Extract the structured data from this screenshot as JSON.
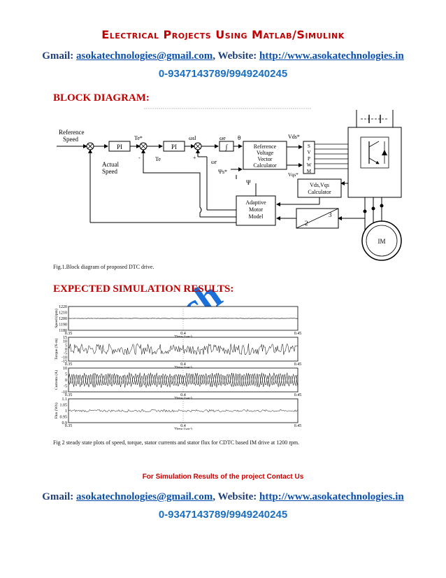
{
  "header": {
    "title": "Electrical Projects Using Matlab/Simulink",
    "gmail_label": "Gmail: ",
    "email": "asokatechnologies@gmail.com",
    "website_label": ", Website: ",
    "website": "http://www.asokatechnologies.in",
    "phone": "0-9347143789/9949240245"
  },
  "block_diagram": {
    "heading": "BLOCK DIAGRAM:",
    "labels": {
      "reference_speed": [
        "Reference",
        "Speed"
      ],
      "actual_speed": [
        "Actual",
        "Speed"
      ],
      "pi1": "PI",
      "pi2": "PI",
      "te_star": "Te*",
      "te": "Te",
      "omega_sl": "ωsl",
      "omega_e": "ωe",
      "omega_r": "ωr",
      "theta": "θ",
      "psi_s_star": "Ψs*",
      "psi": "Ψ",
      "integrator": "∫",
      "ref_voltage": [
        "Reference",
        "Voltage",
        "Vector",
        "Calculator"
      ],
      "svpwm": [
        "S",
        "V",
        "P",
        "W",
        "M"
      ],
      "vds_star": "Vds*",
      "vqs_star": "Vqs*",
      "vds_vqs": [
        "Vds,Vqs",
        "Calculator"
      ],
      "adaptive": [
        "Adaptive",
        "Motor",
        "Model"
      ],
      "conv_3": "3",
      "conv_2": "2",
      "im": "IM",
      "minus": "-",
      "plus": "+"
    },
    "caption": "Fig.1.Block diagram of proposed DTC drive."
  },
  "results": {
    "heading": "EXPECTED SIMULATION RESULTS:",
    "caption": "Fig 2 steady state plots of speed, torque, stator currents and stator flux for CDTC based IM drive at 1200 rpm.",
    "note": "For Simulation Results of the project Contact Us"
  },
  "chart_data": [
    {
      "type": "line",
      "ylabel": "Speed (rpm)",
      "xlabel": "Time (sec)",
      "x_ticks": [
        "0.35",
        "0.4",
        "0.45"
      ],
      "y_ticks": [
        "1220",
        "1210",
        "1200",
        "1190",
        "1180"
      ],
      "xlim": [
        0.35,
        0.45
      ],
      "ylim": [
        1180,
        1220
      ],
      "grid": false,
      "series": [
        {
          "x": [
            0.35,
            0.45
          ],
          "values": [
            1200,
            1200
          ]
        }
      ]
    },
    {
      "type": "line",
      "ylabel": "Torque (N-m)",
      "xlabel": "Time (sec)",
      "x_ticks": [
        "0.35",
        "0.4",
        "0.45"
      ],
      "y_ticks": [
        "15",
        "10",
        "5",
        "0",
        "-5",
        "-10",
        "-15"
      ],
      "xlim": [
        0.35,
        0.45
      ],
      "ylim": [
        -15,
        15
      ],
      "grid": false,
      "series": [
        {
          "x": [
            0.35,
            0.45
          ],
          "values": [
            -7,
            7
          ]
        }
      ]
    },
    {
      "type": "line",
      "ylabel": "Currents (A)",
      "xlabel": "Time (sec)",
      "x_ticks": [
        "0.35",
        "0.4",
        "0.45"
      ],
      "y_ticks": [
        "10",
        "5",
        "0",
        "-5",
        "-10"
      ],
      "xlim": [
        0.35,
        0.45
      ],
      "ylim": [
        -10,
        10
      ],
      "grid": false,
      "series": [
        {
          "x": [
            0.35,
            0.45
          ],
          "values": [
            -5,
            5
          ]
        }
      ]
    },
    {
      "type": "line",
      "ylabel": "Flux (Wb)",
      "xlabel": "Time (sec)",
      "x_ticks": [
        "0.35",
        "0.4",
        "0.45"
      ],
      "y_ticks": [
        "1.1",
        "1.05",
        "1",
        "0.95",
        "0.9"
      ],
      "xlim": [
        0.35,
        0.45
      ],
      "ylim": [
        0.9,
        1.1
      ],
      "grid": false,
      "series": [
        {
          "x": [
            0.35,
            0.45
          ],
          "values": [
            0.99,
            1.01
          ]
        }
      ]
    }
  ],
  "footer": {
    "gmail_label": "Gmail: ",
    "email": "asokatechnologies@gmail.com",
    "website_label": ", Website: ",
    "website": "http://www.asokatechnologies.in",
    "phone": "0-9347143789/9949240245"
  },
  "colors": {
    "title_red": "#c00000",
    "link_blue": "#0a4fb0",
    "phone_blue": "#1a6fc0",
    "watermark_blue": "#1a6fd8"
  }
}
